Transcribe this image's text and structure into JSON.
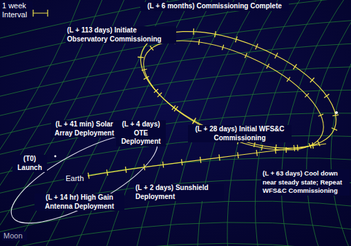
{
  "diagram": {
    "labels": [
      "1 week Interval",
      "(L + 6 months) Commissioning Complete",
      "(L + 113 days) Initiate Observatory Commissioning",
      "(L + 41 min) Solar Array Deployment",
      "(L + 4 days) OTE Deployment",
      "(L + 28 days) Initial WFS&C Commissioning",
      "(T0) Launch",
      "Earth",
      "(L + 63 days) Cool down near steady state; Repeat WFS&C Commissioning",
      "(L + 14 hr) High Gain Antenna Deployment",
      "(L + 2 days) Sunshield Deployment",
      "Moon"
    ]
  }
}
